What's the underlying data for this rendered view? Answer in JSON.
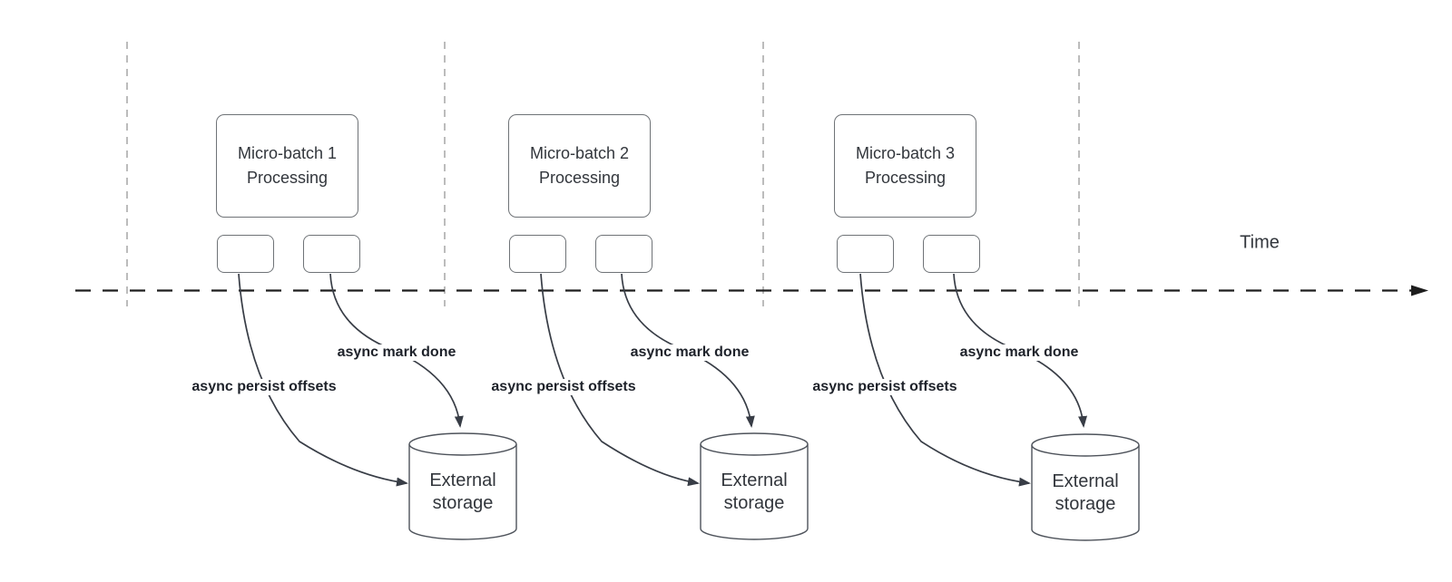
{
  "diagram": {
    "time_axis": {
      "label": "Time"
    },
    "batches": [
      {
        "name": "Micro-batch 1",
        "subtitle": "Processing",
        "persist_label": "async persist offsets",
        "mark_label": "async mark done",
        "storage_label": "External storage"
      },
      {
        "name": "Micro-batch 2",
        "subtitle": "Processing",
        "persist_label": "async persist offsets",
        "mark_label": "async mark done",
        "storage_label": "External storage"
      },
      {
        "name": "Micro-batch 3",
        "subtitle": "Processing",
        "persist_label": "async persist offsets",
        "mark_label": "async mark done",
        "storage_label": "External storage"
      }
    ],
    "colors": {
      "curve": "#383d46",
      "axis": "#1d1d1d",
      "guide": "#ababab",
      "box_border": "#6f7377",
      "cylinder_border": "#4e535b",
      "text": "#32363c",
      "label_text": "#1e222a",
      "fill": "#ffffff"
    }
  }
}
